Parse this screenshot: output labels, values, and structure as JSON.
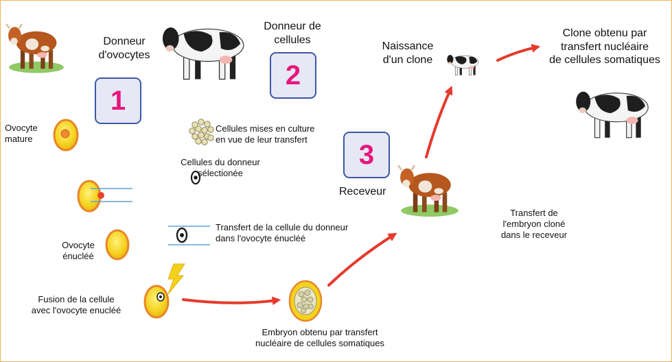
{
  "labels": {
    "donneur_ovocytes": "Donneur\nd'ovocytes",
    "donneur_cellules": "Donneur de\ncellules",
    "naissance": "Naissance\nd'un clone",
    "clone_obtenu": "Clone obtenu par\ntransfert nucléaire\nde cellules somatiques",
    "ovocyte_mature": "Ovocyte\nmature",
    "cellules_culture": "Cellules mises en culture\nen vue de leur transfert",
    "cellules_donneur": "Cellules du donneur\nsélectionée",
    "receveur": "Receveur",
    "transfert_cellule": "Transfert de la cellule du donneur\ndans l'ovocyte énucléé",
    "ovocyte_enuclee": "Ovocyte\nénucléé",
    "transfert_embryon": "Transfert de\nl'embryon cloné\ndans le receveur",
    "fusion": "Fusion de la cellule\navec l'ovocyte enucléé",
    "embryon": "Embryon obtenu par transfert\nnucléaire de cellules somatiques"
  },
  "steps": [
    "1",
    "2",
    "3"
  ],
  "colors": {
    "frame": "#f0b45a",
    "step_border": "#3d56a6",
    "step_fill": "#e6e8f5",
    "step_number": "#e6177e",
    "arrow": "#e53a2c",
    "oocyte_ring": "#e8862a",
    "oocyte_fill": "#f5d21e",
    "pipette": "#5aa2d8",
    "lightning": "#f4d11c"
  }
}
